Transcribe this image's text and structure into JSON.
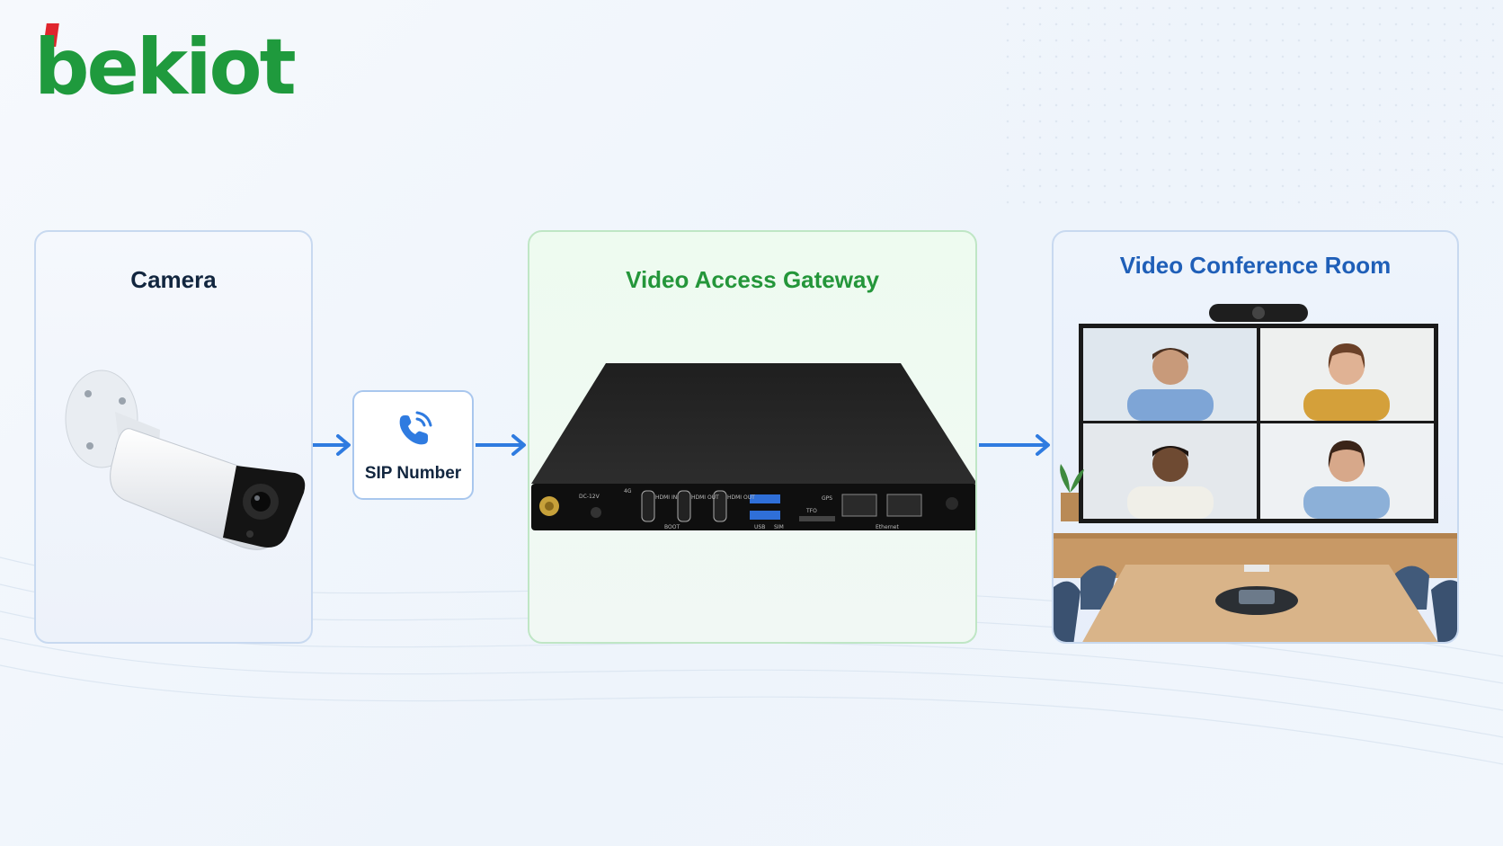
{
  "brand": {
    "logo_text": "bekiot"
  },
  "panels": {
    "camera": {
      "title": "Camera"
    },
    "gateway": {
      "title": "Video Access Gateway",
      "port_labels": [
        "4G",
        "DC-12V",
        "HDMI IN",
        "HDMI OUT",
        "HDMI OUT",
        "BOOT",
        "USB",
        "SIM",
        "GPS",
        "TFO",
        "Ethernet"
      ]
    },
    "conference": {
      "title": "Video Conference Room"
    }
  },
  "connector": {
    "label": "SIP Number"
  },
  "colors": {
    "brand_green": "#1f9a3d",
    "brand_red": "#e0252d",
    "accent_blue": "#2f7be0",
    "title_green": "#24963a",
    "title_blue": "#1f5fb8"
  },
  "icons": [
    "phone-icon",
    "arrow-right-icon"
  ]
}
